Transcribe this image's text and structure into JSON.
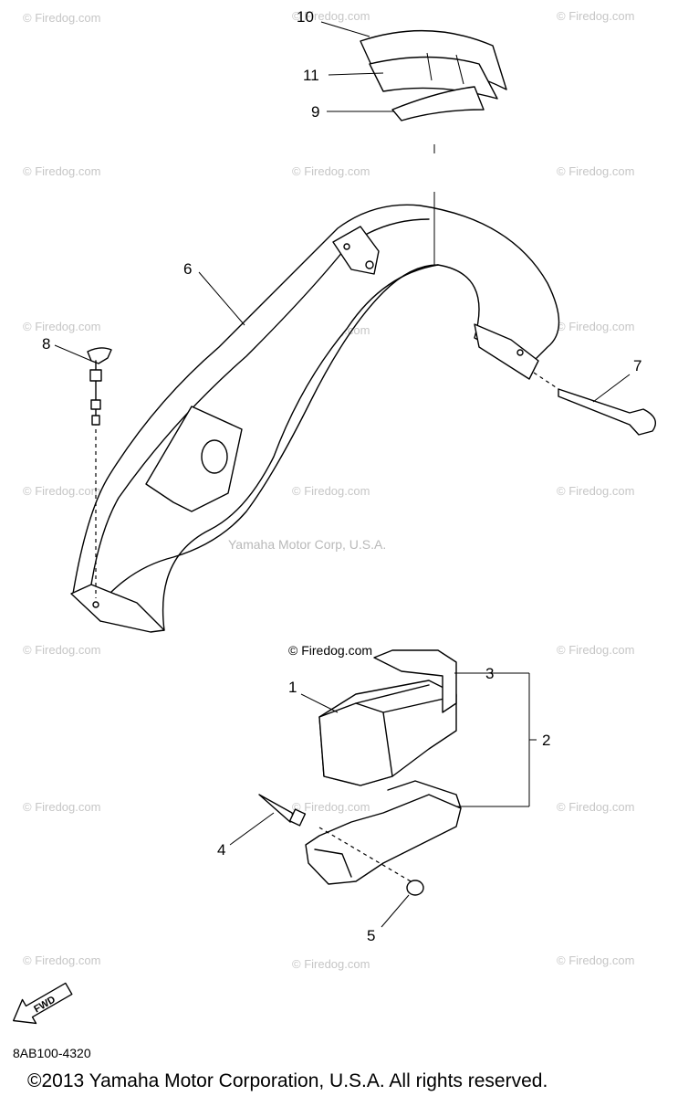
{
  "watermark": {
    "site": "© Firedog.com",
    "center_text": "Yamaha Motor Corp, U.S.A."
  },
  "callouts": {
    "c1": "1",
    "c2": "2",
    "c3": "3",
    "c4": "4",
    "c5": "5",
    "c6": "6",
    "c7": "7",
    "c8": "8",
    "c9": "9",
    "c10": "10",
    "c11": "11"
  },
  "fwd_arrow_label": "FWD",
  "diagram_code": "8AB100-4320",
  "copyright": "©2013 Yamaha Motor Corporation, U.S.A. All rights reserved."
}
